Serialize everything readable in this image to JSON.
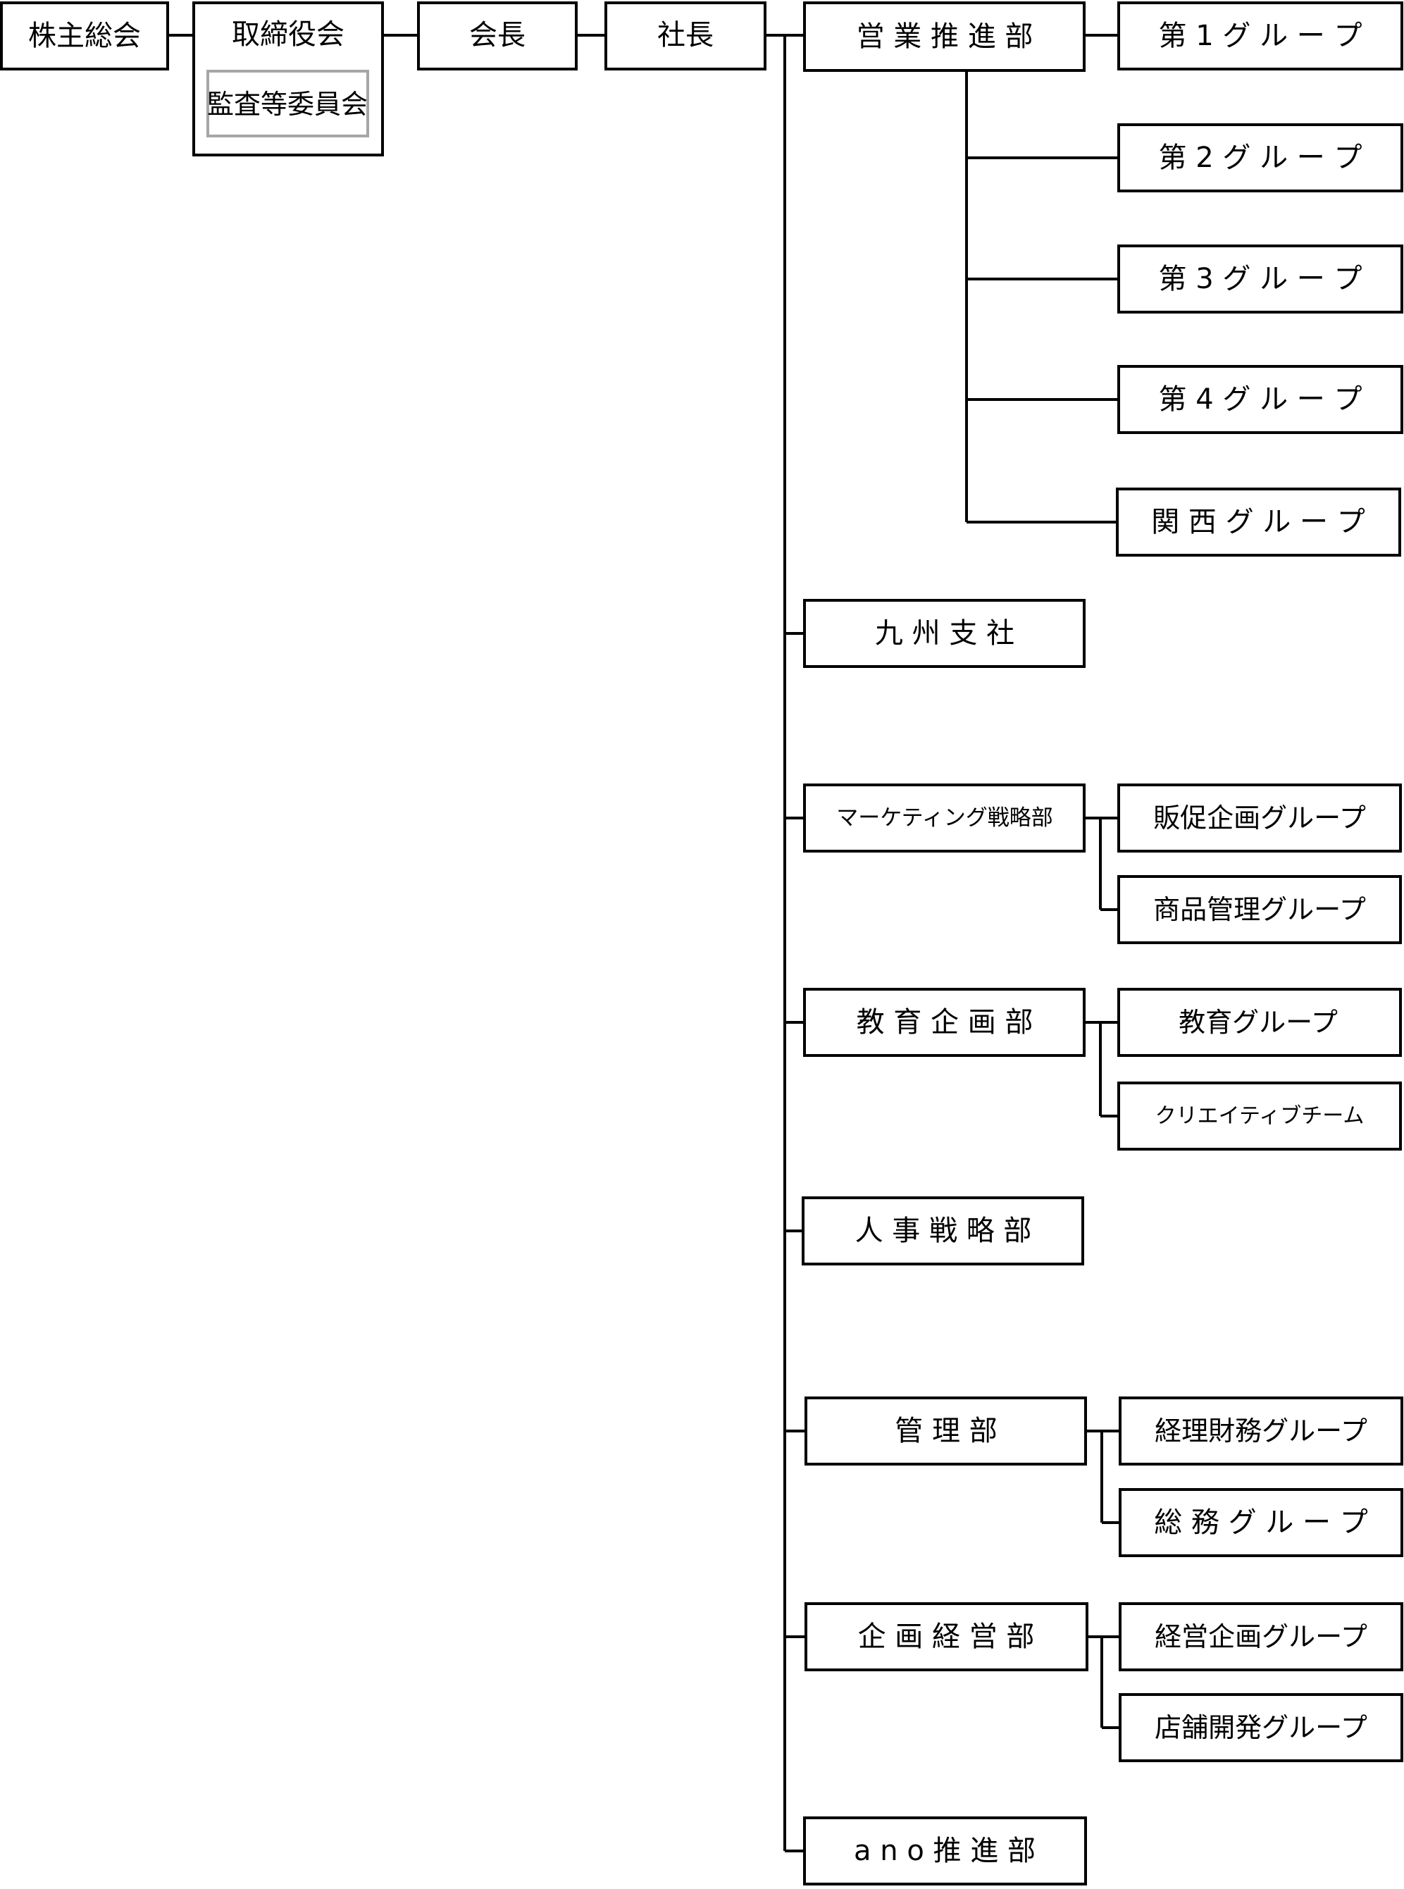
{
  "colors": {
    "line": "#000000",
    "inner_border": "#a6a6a6",
    "background": "#ffffff"
  },
  "top": {
    "shareholders": "株主総会",
    "board": "取締役会",
    "audit_committee": "監査等委員会",
    "chairman": "会長",
    "president": "社長"
  },
  "departments": {
    "sales": "営 業 推 進 部",
    "kyushu": "九 州 支 社",
    "marketing": "マーケティング戦略部",
    "education": "教 育 企 画 部",
    "hr": "人 事 戦 略 部",
    "admin": "管 理 部",
    "planning": "企 画 経 営 部",
    "ano": "a n o 推 進 部"
  },
  "groups": {
    "sales_1": "第 1 グ ル ー プ",
    "sales_2": "第 2 グ ル ー プ",
    "sales_3": "第 3 グ ル ー プ",
    "sales_4": "第 4 グ ル ー プ",
    "sales_kansai": "関 西 グ ル ー プ",
    "promo": "販促企画グループ",
    "product": "商品管理グループ",
    "edu_group": "教育グループ",
    "creative": "クリエイティブチーム",
    "accounting": "経理財務グループ",
    "general": "総 務 グ ル ー プ",
    "mgmt_planning": "経営企画グループ",
    "store_dev": "店舗開発グループ"
  }
}
